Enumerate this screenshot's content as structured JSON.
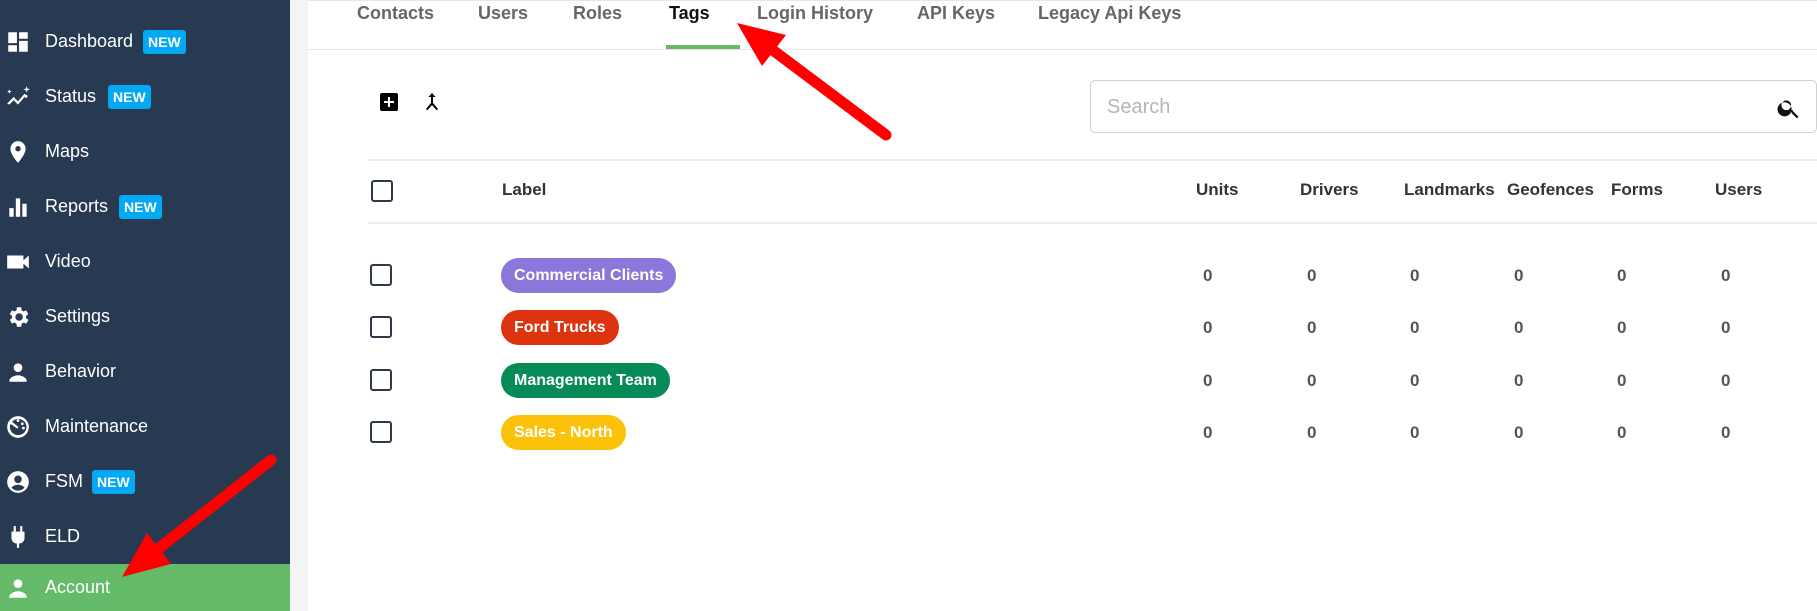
{
  "sidebar": {
    "background": "#283a52",
    "active_color": "#66bb6a",
    "badge_color": "#03a9f4",
    "items": [
      {
        "label": "Dashboard",
        "icon": "dashboard-icon",
        "badge": "NEW"
      },
      {
        "label": "Status",
        "icon": "status-trend-icon",
        "badge": "NEW"
      },
      {
        "label": "Maps",
        "icon": "map-pin-icon",
        "badge": null
      },
      {
        "label": "Reports",
        "icon": "bar-chart-icon",
        "badge": "NEW"
      },
      {
        "label": "Video",
        "icon": "video-camera-icon",
        "badge": null
      },
      {
        "label": "Settings",
        "icon": "gear-icon",
        "badge": null
      },
      {
        "label": "Behavior",
        "icon": "person-icon",
        "badge": null
      },
      {
        "label": "Maintenance",
        "icon": "maintenance-gauge-icon",
        "badge": null
      },
      {
        "label": "FSM",
        "icon": "account-circle-icon",
        "badge": "NEW"
      },
      {
        "label": "ELD",
        "icon": "plug-icon",
        "badge": null
      },
      {
        "label": "Account",
        "icon": "person-icon",
        "badge": null,
        "active": true
      }
    ]
  },
  "tabs": {
    "items": [
      "Contacts",
      "Users",
      "Roles",
      "Tags",
      "Login History",
      "API Keys",
      "Legacy Api Keys"
    ],
    "active": "Tags",
    "underline_color": "#66bb6a"
  },
  "toolbar": {
    "add_icon": "add-box-icon",
    "merge_icon": "merge-icon"
  },
  "search": {
    "placeholder": "Search",
    "value": ""
  },
  "table": {
    "columns": [
      "Label",
      "Units",
      "Drivers",
      "Landmarks",
      "Geofences",
      "Forms",
      "Users"
    ],
    "rows": [
      {
        "label": "Commercial Clients",
        "color": "#8a77d9",
        "units": "0",
        "drivers": "0",
        "landmarks": "0",
        "geofences": "0",
        "forms": "0",
        "users": "0"
      },
      {
        "label": "Ford Trucks",
        "color": "#dd340f",
        "units": "0",
        "drivers": "0",
        "landmarks": "0",
        "geofences": "0",
        "forms": "0",
        "users": "0"
      },
      {
        "label": "Management Team",
        "color": "#068a56",
        "units": "0",
        "drivers": "0",
        "landmarks": "0",
        "geofences": "0",
        "forms": "0",
        "users": "0"
      },
      {
        "label": "Sales - North",
        "color": "#fcc109",
        "units": "0",
        "drivers": "0",
        "landmarks": "0",
        "geofences": "0",
        "forms": "0",
        "users": "0"
      }
    ]
  },
  "annotations": {
    "arrow_color": "#ff0000"
  }
}
